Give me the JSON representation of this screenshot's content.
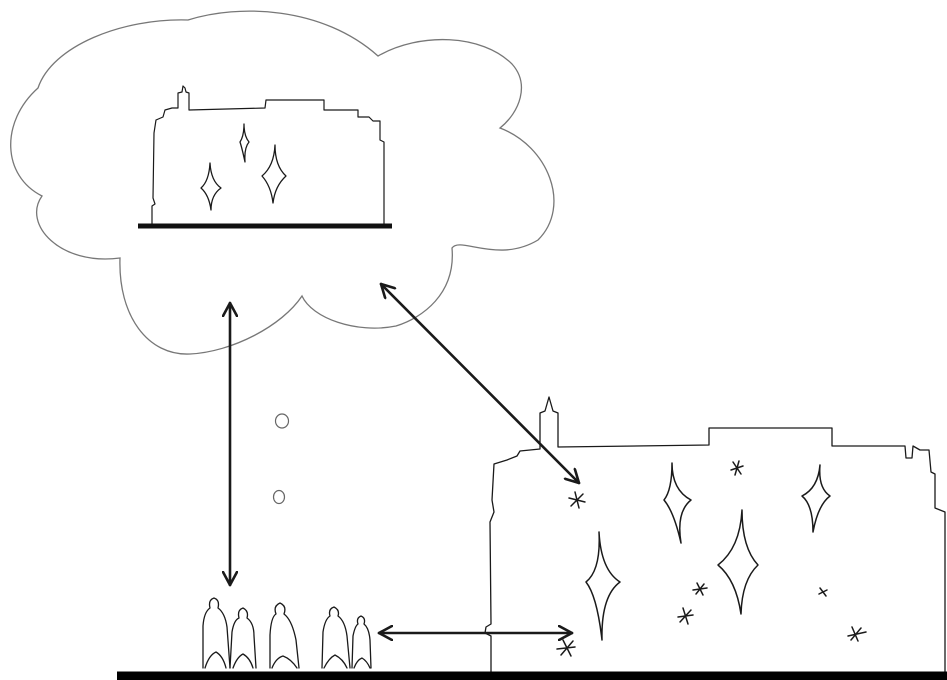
{
  "diagram": {
    "style": "hand-drawn line sketch, black ink on white",
    "ink_color": "#1a1a1a",
    "bubble_stroke_color": "#777777",
    "background_color": "#ffffff",
    "elements": [
      "thought-bubble",
      "imagined-building",
      "imagined-ground-line",
      "imagined-sparkles",
      "thought-dots",
      "vertical-double-arrow",
      "diagonal-double-arrow",
      "horizontal-double-arrow",
      "people-group",
      "real-building",
      "building-sparkles",
      "ground-line"
    ],
    "people_count": 5,
    "thought_dot_count": 2
  }
}
